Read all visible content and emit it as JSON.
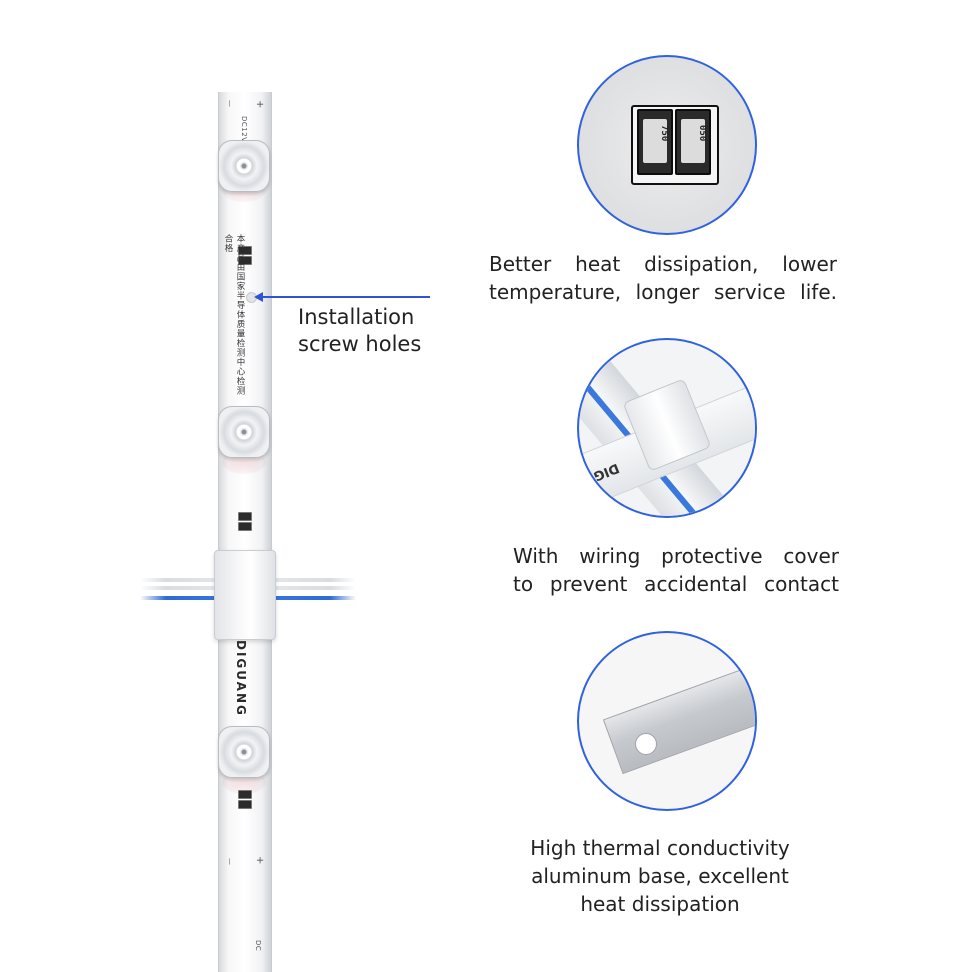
{
  "strip": {
    "top_label": "DC12V",
    "plus": "+",
    "minus": "—",
    "chinese_text": "本产品由国家半导体质量检测中心检测合格",
    "brand": "DIGUANG",
    "bottom_label": "DC"
  },
  "callout": {
    "line1": "Installation",
    "line2": "screw holes",
    "arrow_color": "#2b55d6"
  },
  "features": [
    {
      "icon": "resistor-closeup",
      "chip_code_left": "750",
      "chip_code_right": "050",
      "line1": "Better heat dissipation, lower",
      "line2": "temperature, longer service life."
    },
    {
      "icon": "wiring-cover-closeup",
      "brand_fragment": "DIG",
      "line1": "With wiring protective cover",
      "line2": "to prevent accidental contact"
    },
    {
      "icon": "aluminum-base-closeup",
      "line1": "High thermal conductivity",
      "line2": "aluminum base, excellent",
      "line3": "heat dissipation"
    }
  ],
  "colors": {
    "circle_border": "#2f62e0",
    "wire_blue": "#3a7ae0"
  }
}
